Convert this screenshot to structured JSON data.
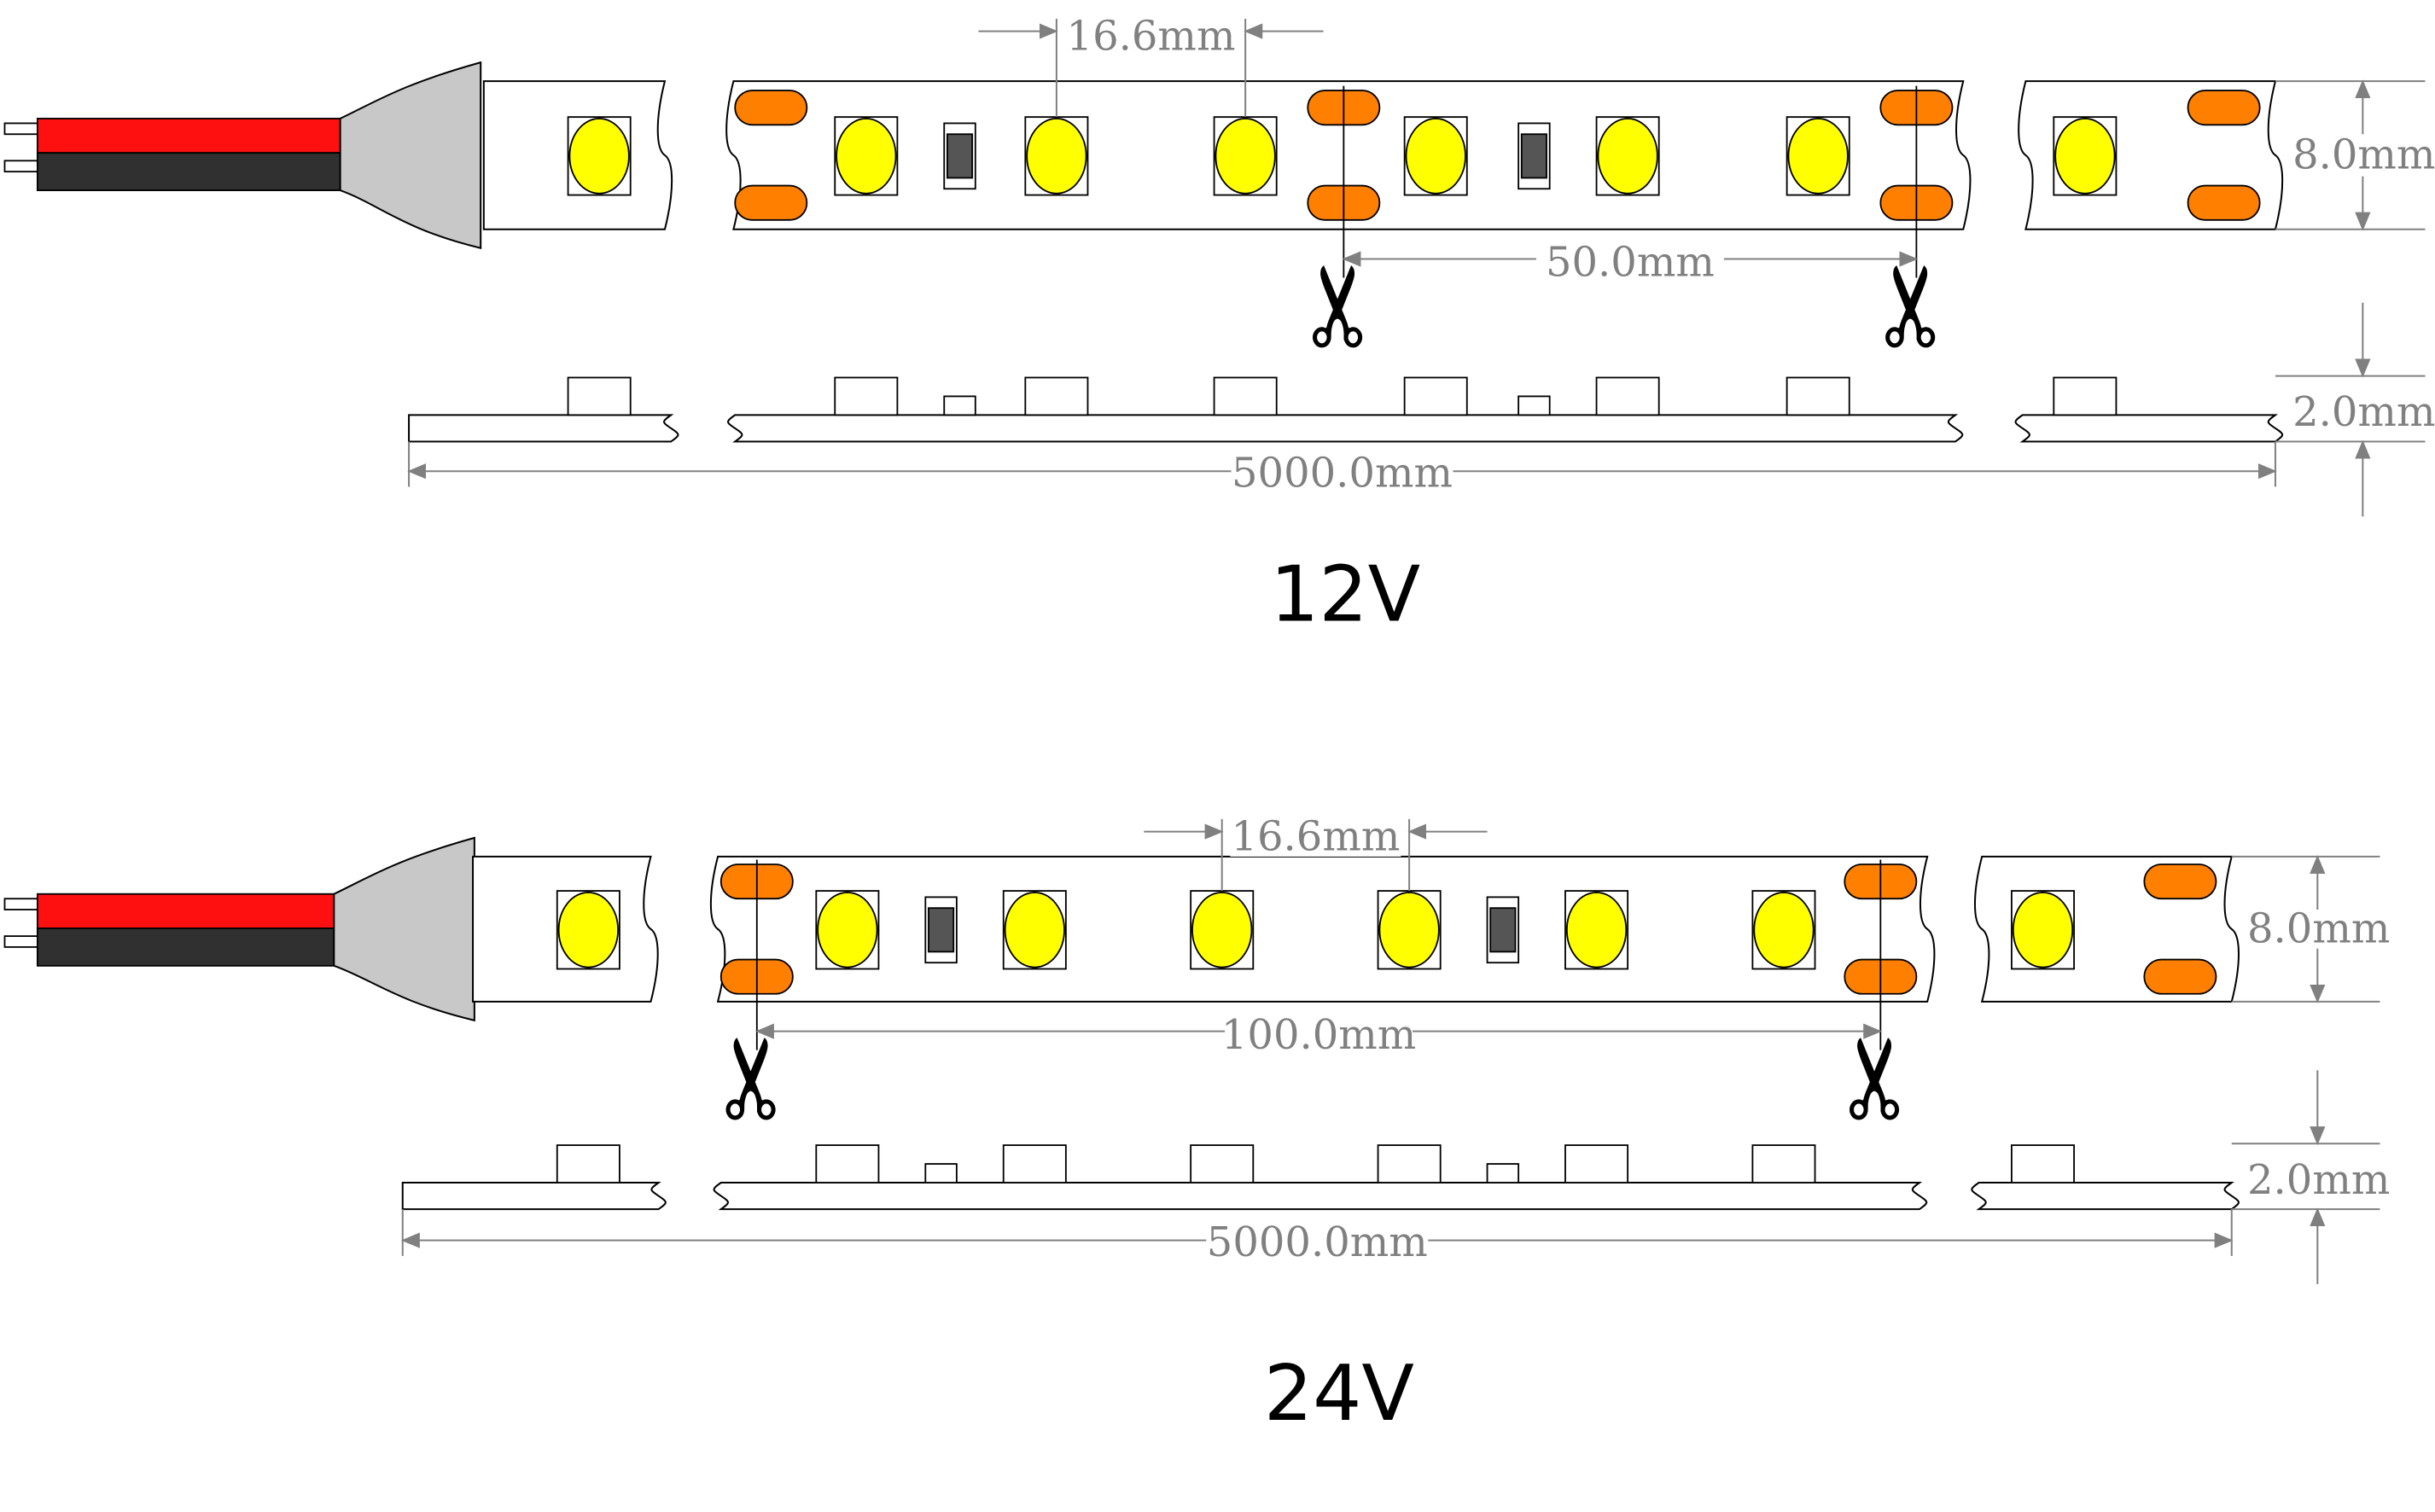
{
  "colors": {
    "wire_red": "#ff1010",
    "wire_black": "#303030",
    "connector": "#c8c8c8",
    "led": "#ffff00",
    "solder_pad": "#ff8000",
    "dimension": "#808080",
    "outline": "#000000"
  },
  "icons": {
    "cut_mark": "scissors-icon"
  },
  "scissors_glyph": "✂",
  "diagrams": [
    {
      "id": "12v",
      "title": "12V",
      "led_pitch": "16.6mm",
      "cut_length": "50.0mm",
      "width": "8.0mm",
      "height": "2.0mm",
      "total_length": "5000.0mm"
    },
    {
      "id": "24v",
      "title": "24V",
      "led_pitch": "16.6mm",
      "cut_length": "100.0mm",
      "width": "8.0mm",
      "height": "2.0mm",
      "total_length": "5000.0mm"
    }
  ]
}
